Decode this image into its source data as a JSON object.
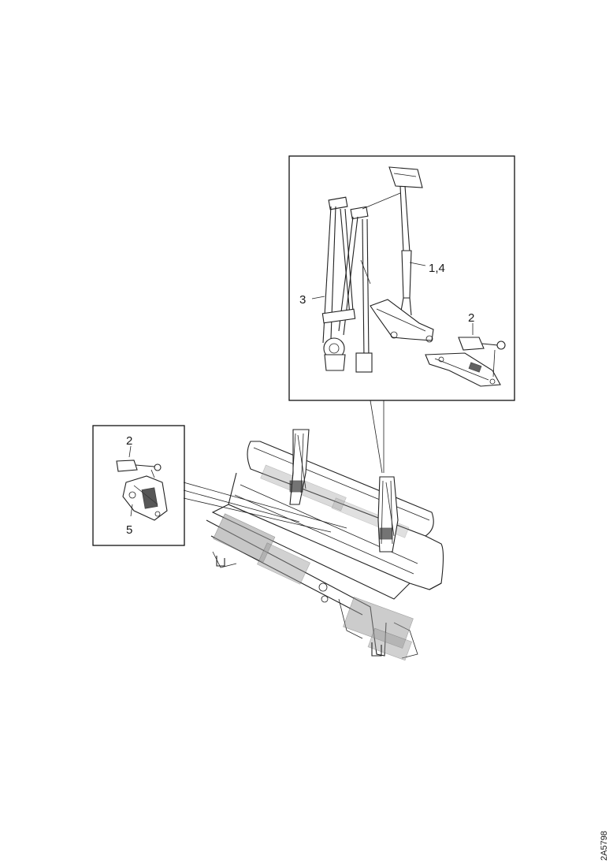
{
  "diagram": {
    "callouts": {
      "detail_right_belt": "3",
      "detail_right_center_belt": "1,4",
      "detail_right_buckle": "2",
      "detail_left_buckle": "2",
      "detail_left_bracket": "5"
    },
    "document_id": "2A5798"
  },
  "colors": {
    "ink": "#222222",
    "background": "#ffffff"
  }
}
